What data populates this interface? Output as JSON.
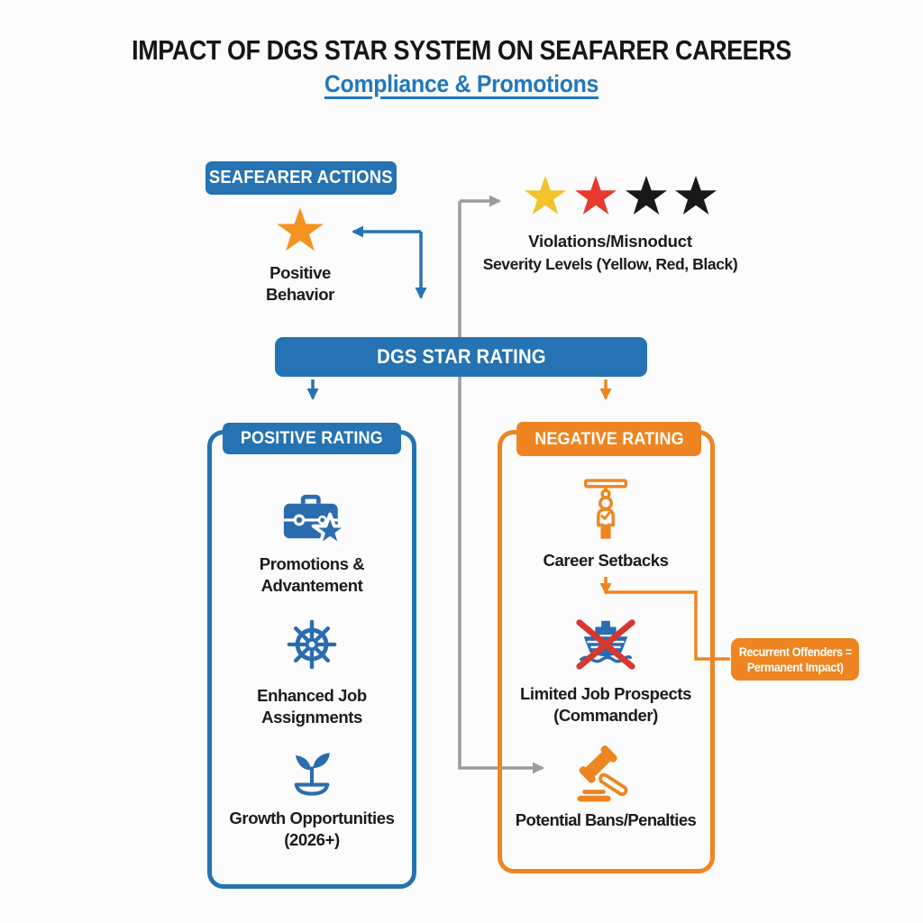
{
  "header": {
    "title": "IMPACT OF DGS STAR SYSTEM ON SEAFARER CAREERS",
    "subtitle": "Compliance & Promotions"
  },
  "seafarer_actions": {
    "label": "SEAFEARER ACTIONS",
    "icon": "orange-star-icon",
    "caption": "Positive\nBehavior"
  },
  "violations": {
    "title": "Violations/Misnoduct",
    "subtitle": "Severity Levels (Yellow, Red, Black)",
    "icons": [
      "star-yellow-icon",
      "star-red-icon",
      "star-black-icon",
      "star-black-icon"
    ],
    "star_colors": [
      "#F2C32A",
      "#E83A30",
      "#181818",
      "#181818"
    ]
  },
  "rating_bar": {
    "label": "DGS STAR RATING"
  },
  "positive": {
    "header": "POSITIVE RATING",
    "items": [
      {
        "icon": "briefcase-star-icon",
        "label": "Promotions &\nAdvantement"
      },
      {
        "icon": "ship-wheel-icon",
        "label": "Enhanced Job\nAssignments"
      },
      {
        "icon": "sprout-icon",
        "label": "Growth Opportunities\n(2026+)"
      }
    ]
  },
  "negative": {
    "header": "NEGATIVE RATING",
    "items": [
      {
        "icon": "person-hanging-icon",
        "label": "Career Setbacks"
      },
      {
        "icon": "ship-crossed-icon",
        "label": "Limited Job Prospects\n(Commander)"
      },
      {
        "icon": "gavel-icon",
        "label": "Potential Bans/Penalties"
      }
    ]
  },
  "callout": {
    "label": "Recurrent Offenders =\nPermanent Impact)"
  },
  "colors": {
    "box_blue": "#2573B2",
    "box_orange": "#EE8520",
    "icon_blue": "#2B6CB0",
    "connector_gray": "#9C9C9C",
    "cross_red": "#D8372F",
    "subtitle_blue": "#2277BD"
  }
}
